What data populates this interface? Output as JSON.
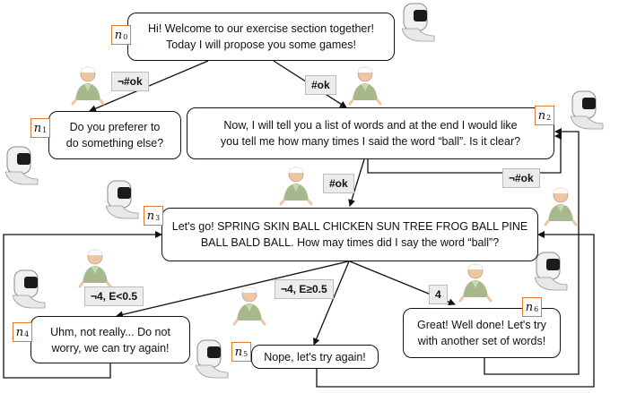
{
  "nodes": [
    {
      "id": "n0",
      "tag": "n",
      "sub": "0",
      "text": "Hi! Welcome to our exercise section together!\nToday I will propose you some games!"
    },
    {
      "id": "n1",
      "tag": "n",
      "sub": "1",
      "text": "Do you preferer to\ndo something else?"
    },
    {
      "id": "n2",
      "tag": "n",
      "sub": "2",
      "text": "Now, I will tell you a list of words and at the end I would like\nyou tell me how many times I said the word “ball”. Is it clear?"
    },
    {
      "id": "n3",
      "tag": "n",
      "sub": "3",
      "text": "Let's go! SPRING SKIN BALL CHICKEN SUN TREE FROG BALL PINE\nBALL BALD BALL. How may times did I say the word “ball”?"
    },
    {
      "id": "n4",
      "tag": "n",
      "sub": "4",
      "text": "Uhm, not really... Do not\nworry, we can try again!"
    },
    {
      "id": "n5",
      "tag": "n",
      "sub": "5",
      "text": "Nope, let's try again!"
    },
    {
      "id": "n6",
      "tag": "n",
      "sub": "6",
      "text": "Great! Well done! Let's try\nwith another set of words!"
    }
  ],
  "edge_labels": {
    "not_ok_n0_n1": "¬#ok",
    "ok_n0_n2": "#ok",
    "ok_n2_n3": "#ok",
    "not_ok_n2_loop": "¬#ok",
    "n3_n4": "¬4, E<0.5",
    "n3_n5": "¬4, E≥0.5",
    "n3_n6": "4"
  },
  "colors": {
    "tag_border": "#e07a30",
    "label_bg": "#ececec",
    "line": "#111111"
  },
  "icons": [
    "robot-icon",
    "elderly-person-icon"
  ]
}
